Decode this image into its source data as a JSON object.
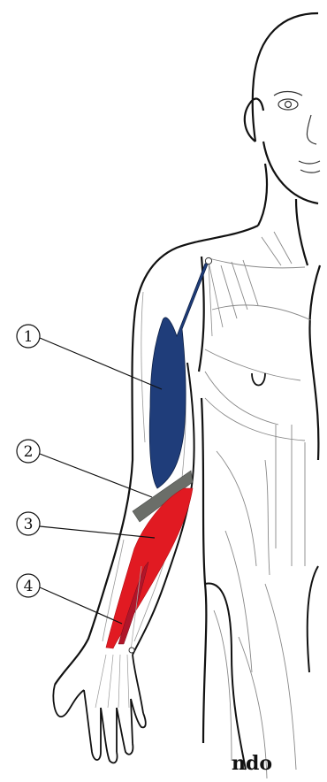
{
  "figure": {
    "callouts": [
      {
        "number": "1",
        "color": "#1f3d7a"
      },
      {
        "number": "2",
        "color": "#6b6e69"
      },
      {
        "number": "3",
        "color": "#e11a22"
      },
      {
        "number": "4",
        "color": "#b0162a"
      }
    ],
    "caption_fragment": "ndo"
  }
}
